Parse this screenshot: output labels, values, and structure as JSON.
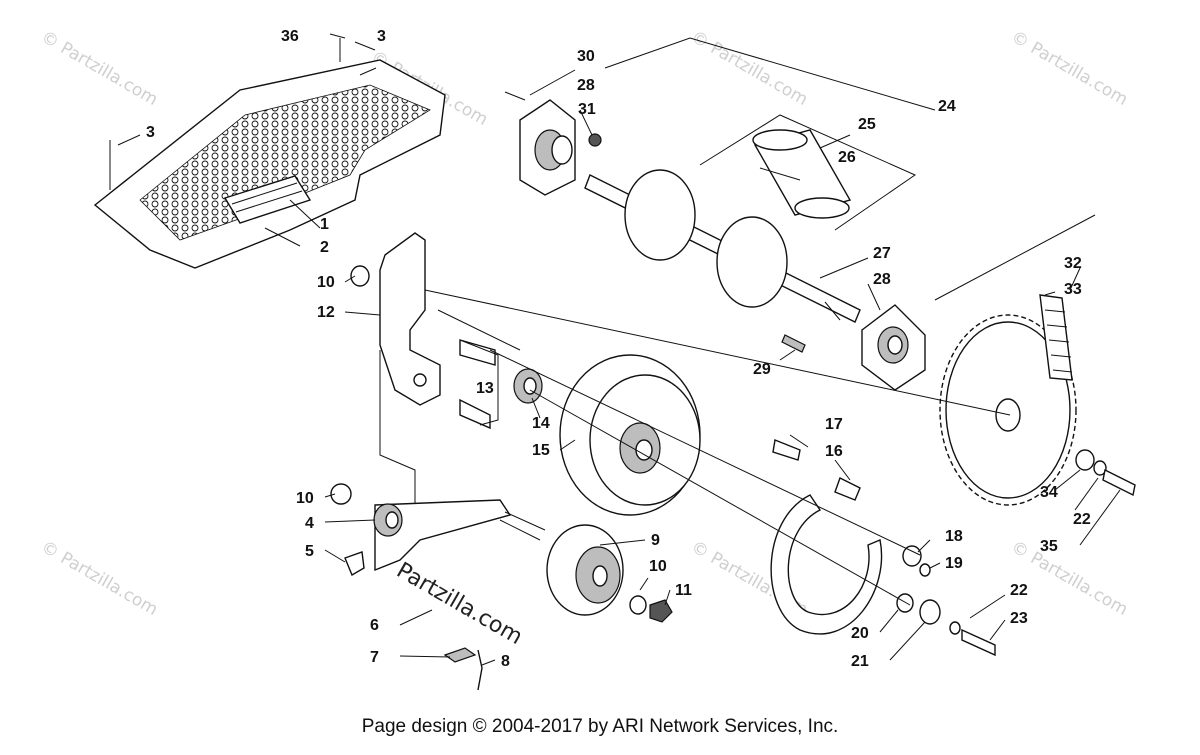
{
  "footer": "Page design © 2004-2017 by ARI Network Services, Inc.",
  "watermark": "© Partzilla.com",
  "callouts": [
    "1",
    "2",
    "3",
    "3",
    "4",
    "5",
    "6",
    "7",
    "8",
    "9",
    "10",
    "10",
    "10",
    "11",
    "12",
    "13",
    "14",
    "15",
    "16",
    "17",
    "18",
    "19",
    "20",
    "21",
    "22",
    "22",
    "23",
    "24",
    "25",
    "26",
    "27",
    "28",
    "28",
    "29",
    "30",
    "31",
    "32",
    "33",
    "34",
    "35",
    "36"
  ]
}
